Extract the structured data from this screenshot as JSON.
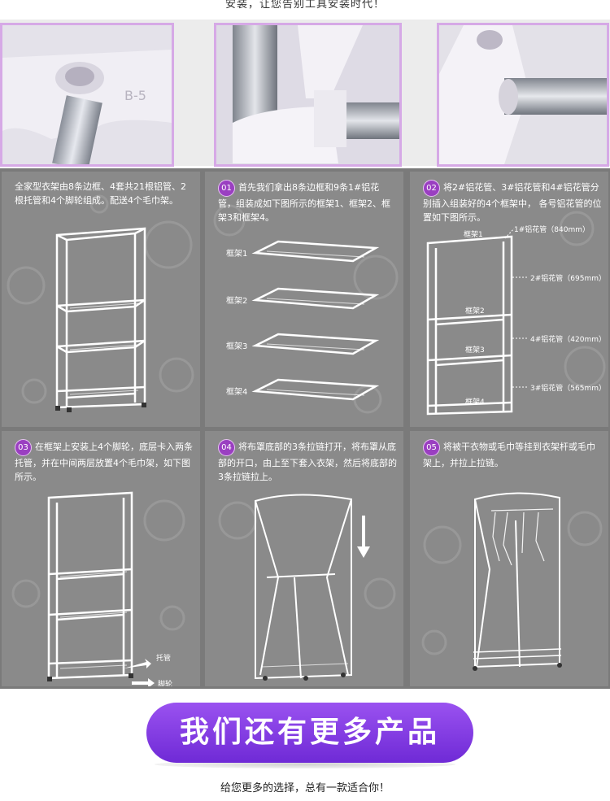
{
  "top": {
    "caption": "安装，让您告别工具安装时代！",
    "photo1_mark": "B-5"
  },
  "steps": {
    "intro": "全家型衣架由8条边框、4套共21根铝管、2根托管和4个脚轮组成。配送4个毛巾架。",
    "s1_num": "01",
    "s1_text": "首先我们拿出8条边框和9条1#铝花管，组装成如下图所示的框架1、框架2、框架3和框架4。",
    "s1_labels": [
      "框架1",
      "框架2",
      "框架3",
      "框架4"
    ],
    "s2_num": "02",
    "s2_text": "将2#铝花管、3#铝花管和4#铝花管分别插入组装好的4个框架中， 各号铝花管的位置如下图所示。",
    "s2_frames": [
      "框架1",
      "框架2",
      "框架3",
      "框架4"
    ],
    "s2_pipes": [
      "1#铝花管（840mm）",
      "2#铝花管（695mm）",
      "4#铝花管（420mm）",
      "3#铝花管（565mm）"
    ],
    "s3_num": "03",
    "s3_text": "在框架上安装上4个脚轮，底层卡入两条托管，并在中间两层放置4个毛巾架，如下图所示。",
    "s3_labels": [
      "托管",
      "脚轮"
    ],
    "s4_num": "04",
    "s4_text": "将布罩底部的3条拉链打开，将布罩从底部的开口，由上至下套入衣架，然后将底部的3条拉链拉上。",
    "s5_num": "05",
    "s5_text": "将被干衣物或毛巾等挂到衣架杆或毛巾架上，并拉上拉链。"
  },
  "banner": {
    "title": "我们还有更多产品",
    "subtitle": "给您更多的选择，总有一款适合你！"
  }
}
